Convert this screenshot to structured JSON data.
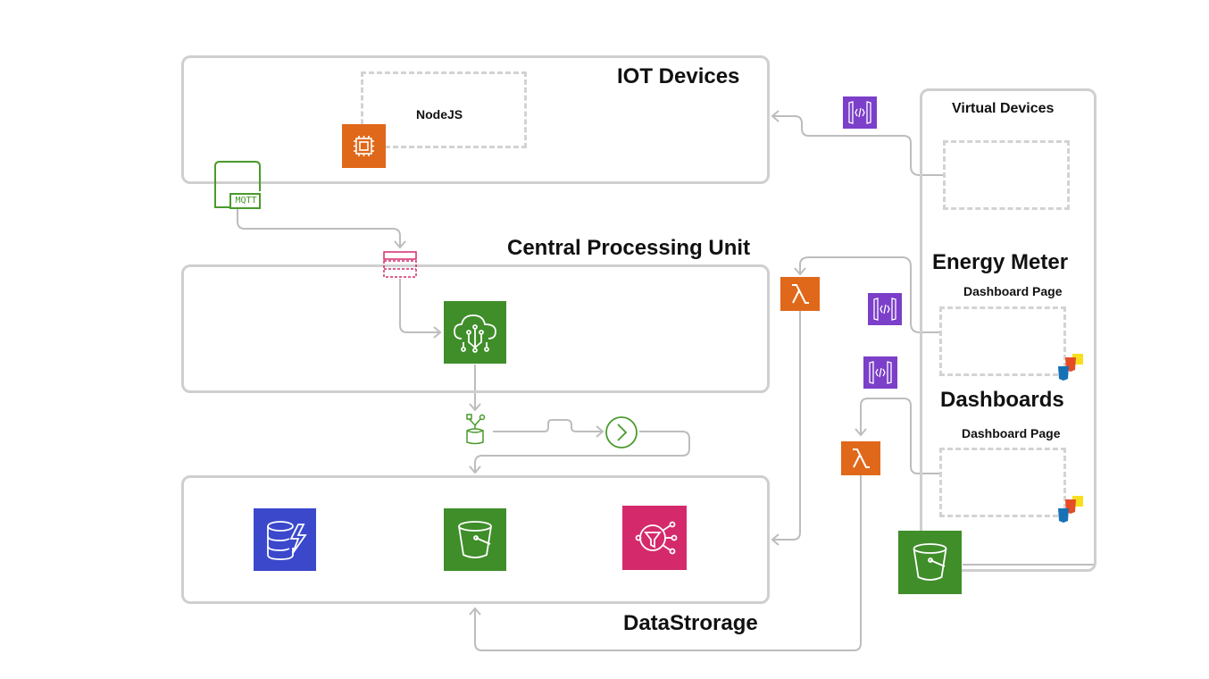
{
  "iot": {
    "title": "IOT Devices",
    "nodejs": "NodeJS",
    "mqtt": "MQTT"
  },
  "cpu": {
    "title": "Central Processing Unit"
  },
  "storage": {
    "title": "DataStrorage"
  },
  "virtual": {
    "title": "Virtual Devices",
    "energy_title": "Energy Meter",
    "energy_sub": "Dashboard Page",
    "dash_title": "Dashboards",
    "dash_sub": "Dashboard Page"
  },
  "colors": {
    "compute_orange": "#e0681a",
    "storage_green": "#4a9a2c",
    "database_blue": "#3b48cc",
    "analytics_pink": "#d42a6b",
    "api_purple": "#7b3fc9",
    "line_gray": "#bdbdbd"
  }
}
